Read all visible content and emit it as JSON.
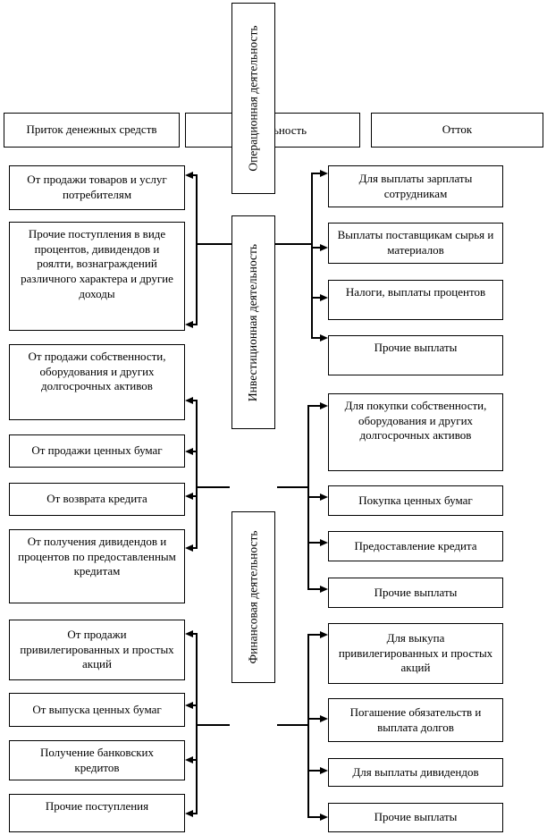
{
  "diagram": {
    "headers": {
      "inflow": "Приток денежных средств",
      "center_visible_fragment": "ьность",
      "outflow": "Отток"
    },
    "activities": [
      {
        "label": "Операционная  деятельность"
      },
      {
        "label": "Инвестиционная деятельность"
      },
      {
        "label": "Финансовая деятельность"
      }
    ],
    "inflows": [
      {
        "label": "От продажи товаров и услуг потребителям"
      },
      {
        "label": "Прочие поступления  в виде процентов, дивидендов и роялти, вознаграждений различного характера и другие доходы"
      },
      {
        "label": "От продажи собственности, оборудования и других долгосрочных активов"
      },
      {
        "label": "От продажи ценных бумаг"
      },
      {
        "label": "От возврата кредита"
      },
      {
        "label": "От получения дивидендов и процентов по предоставленным кредитам"
      },
      {
        "label": "От продажи привилегированных и простых акций"
      },
      {
        "label": "От выпуска ценных бумаг"
      },
      {
        "label": "Получение банковских кредитов"
      },
      {
        "label": "Прочие поступления"
      }
    ],
    "outflows": [
      {
        "label": "Для выплаты зарплаты сотрудникам"
      },
      {
        "label": "Выплаты поставщикам сырья и материалов"
      },
      {
        "label": "Налоги, выплаты процентов"
      },
      {
        "label": "Прочие выплаты"
      },
      {
        "label": "Для покупки собственности, оборудования и других долгосрочных активов"
      },
      {
        "label": "Покупка ценных бумаг"
      },
      {
        "label": "Предоставление кредита"
      },
      {
        "label": "Прочие выплаты"
      },
      {
        "label": "Для выкупа привилегированных и простых акций"
      },
      {
        "label": "Погашение обязательств и выплата долгов"
      },
      {
        "label": "Для выплаты дивидендов"
      },
      {
        "label": "Прочие выплаты"
      }
    ],
    "colors": {
      "line": "#000000",
      "background": "#ffffff",
      "box_fill": "#ffffff",
      "text": "#000000"
    }
  }
}
